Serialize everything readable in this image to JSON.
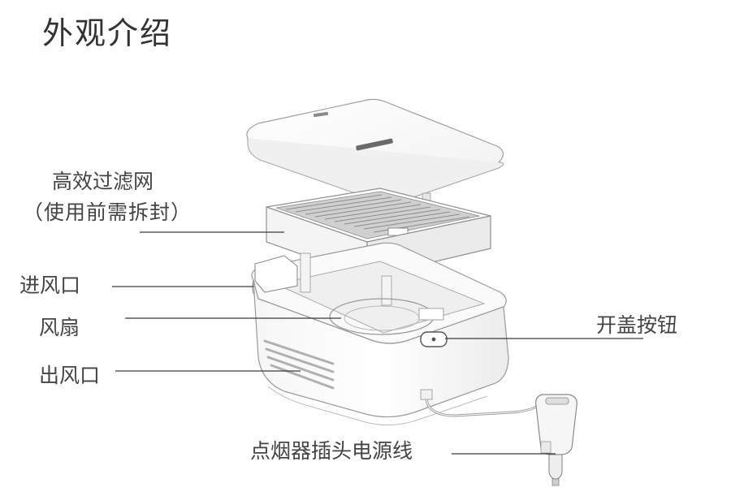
{
  "page": {
    "title": "外观介绍"
  },
  "labels": {
    "filter_line1": "高效过滤网",
    "filter_line2": "（使用前需拆封）",
    "air_inlet": "进风口",
    "fan": "风扇",
    "air_outlet": "出风口",
    "lid_button": "开盖按钮",
    "power_cable": "点烟器插头电源线"
  },
  "colors": {
    "line": "#3a3a3a",
    "outline": "#9a9a9a",
    "shade": "#dcdcdc",
    "text": "#444444"
  }
}
